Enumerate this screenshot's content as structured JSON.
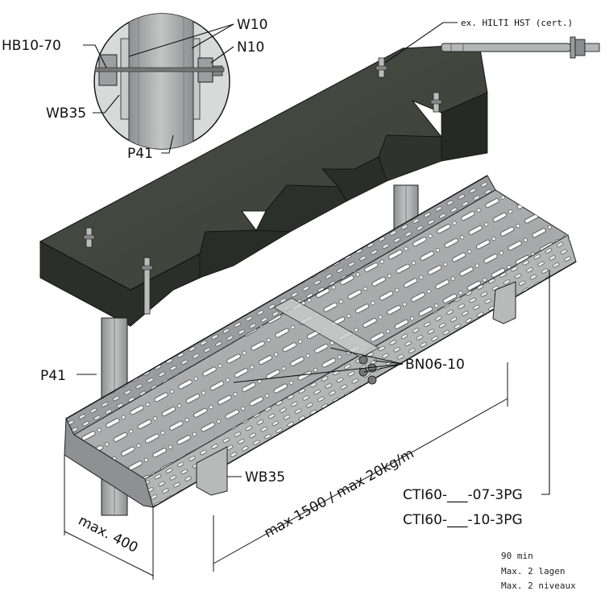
{
  "labels": {
    "hb10": "HB10-70",
    "w10": "W10",
    "n10": "N10",
    "wb35_top": "WB35",
    "p41_top": "P41",
    "anchor": "ex. HILTI HST (cert.)",
    "p41_left": "P41",
    "bn06": "BN06-10",
    "wb35_bottom": "WB35",
    "cti_07": "CTI60-___-07-3PG",
    "cti_10": "CTI60-___-10-3PG",
    "dim_span": "max 1500 / max 20kg/m",
    "dim_width": "max. 400"
  },
  "notes": [
    "90 min",
    "Max. 2 lagen",
    "Max. 2 niveaux"
  ],
  "colors": {
    "concrete": "#3e443c",
    "concrete_side": "#2b2f2a",
    "steel": "#a9abab",
    "steel_dark": "#6f7273",
    "line": "#111111"
  }
}
